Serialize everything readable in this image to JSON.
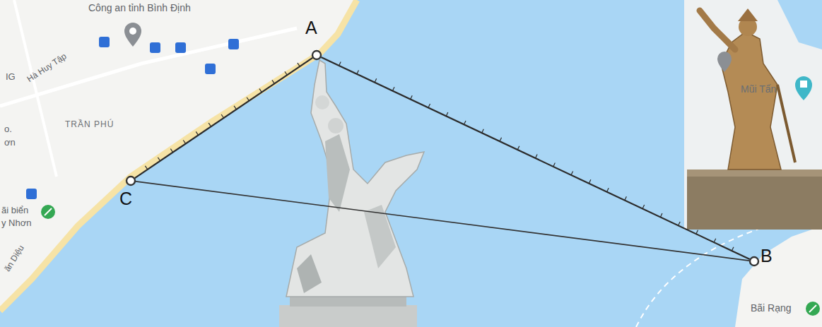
{
  "diagram": {
    "nodes": [
      {
        "text": [
          "A"
        ]
      },
      {
        "text": [
          "C"
        ]
      },
      {
        "text": [
          "B"
        ]
      }
    ],
    "edges": [
      {
        "from": 1,
        "to": 0,
        "arrow": "none"
      },
      {
        "from": 0,
        "to": 2,
        "arrow": "none"
      },
      {
        "from": 1,
        "to": 2,
        "arrow": "none"
      }
    ],
    "labels": [
      "Công an tỉnh Bình Định",
      "IG",
      "Hà Huy Tập",
      "TRẦN PHÚ",
      "o.",
      "ơn",
      "ãi biển",
      "y Nhơn",
      "ăn Diệu",
      "Mũi Tấn",
      "Bãi Rạng"
    ]
  }
}
